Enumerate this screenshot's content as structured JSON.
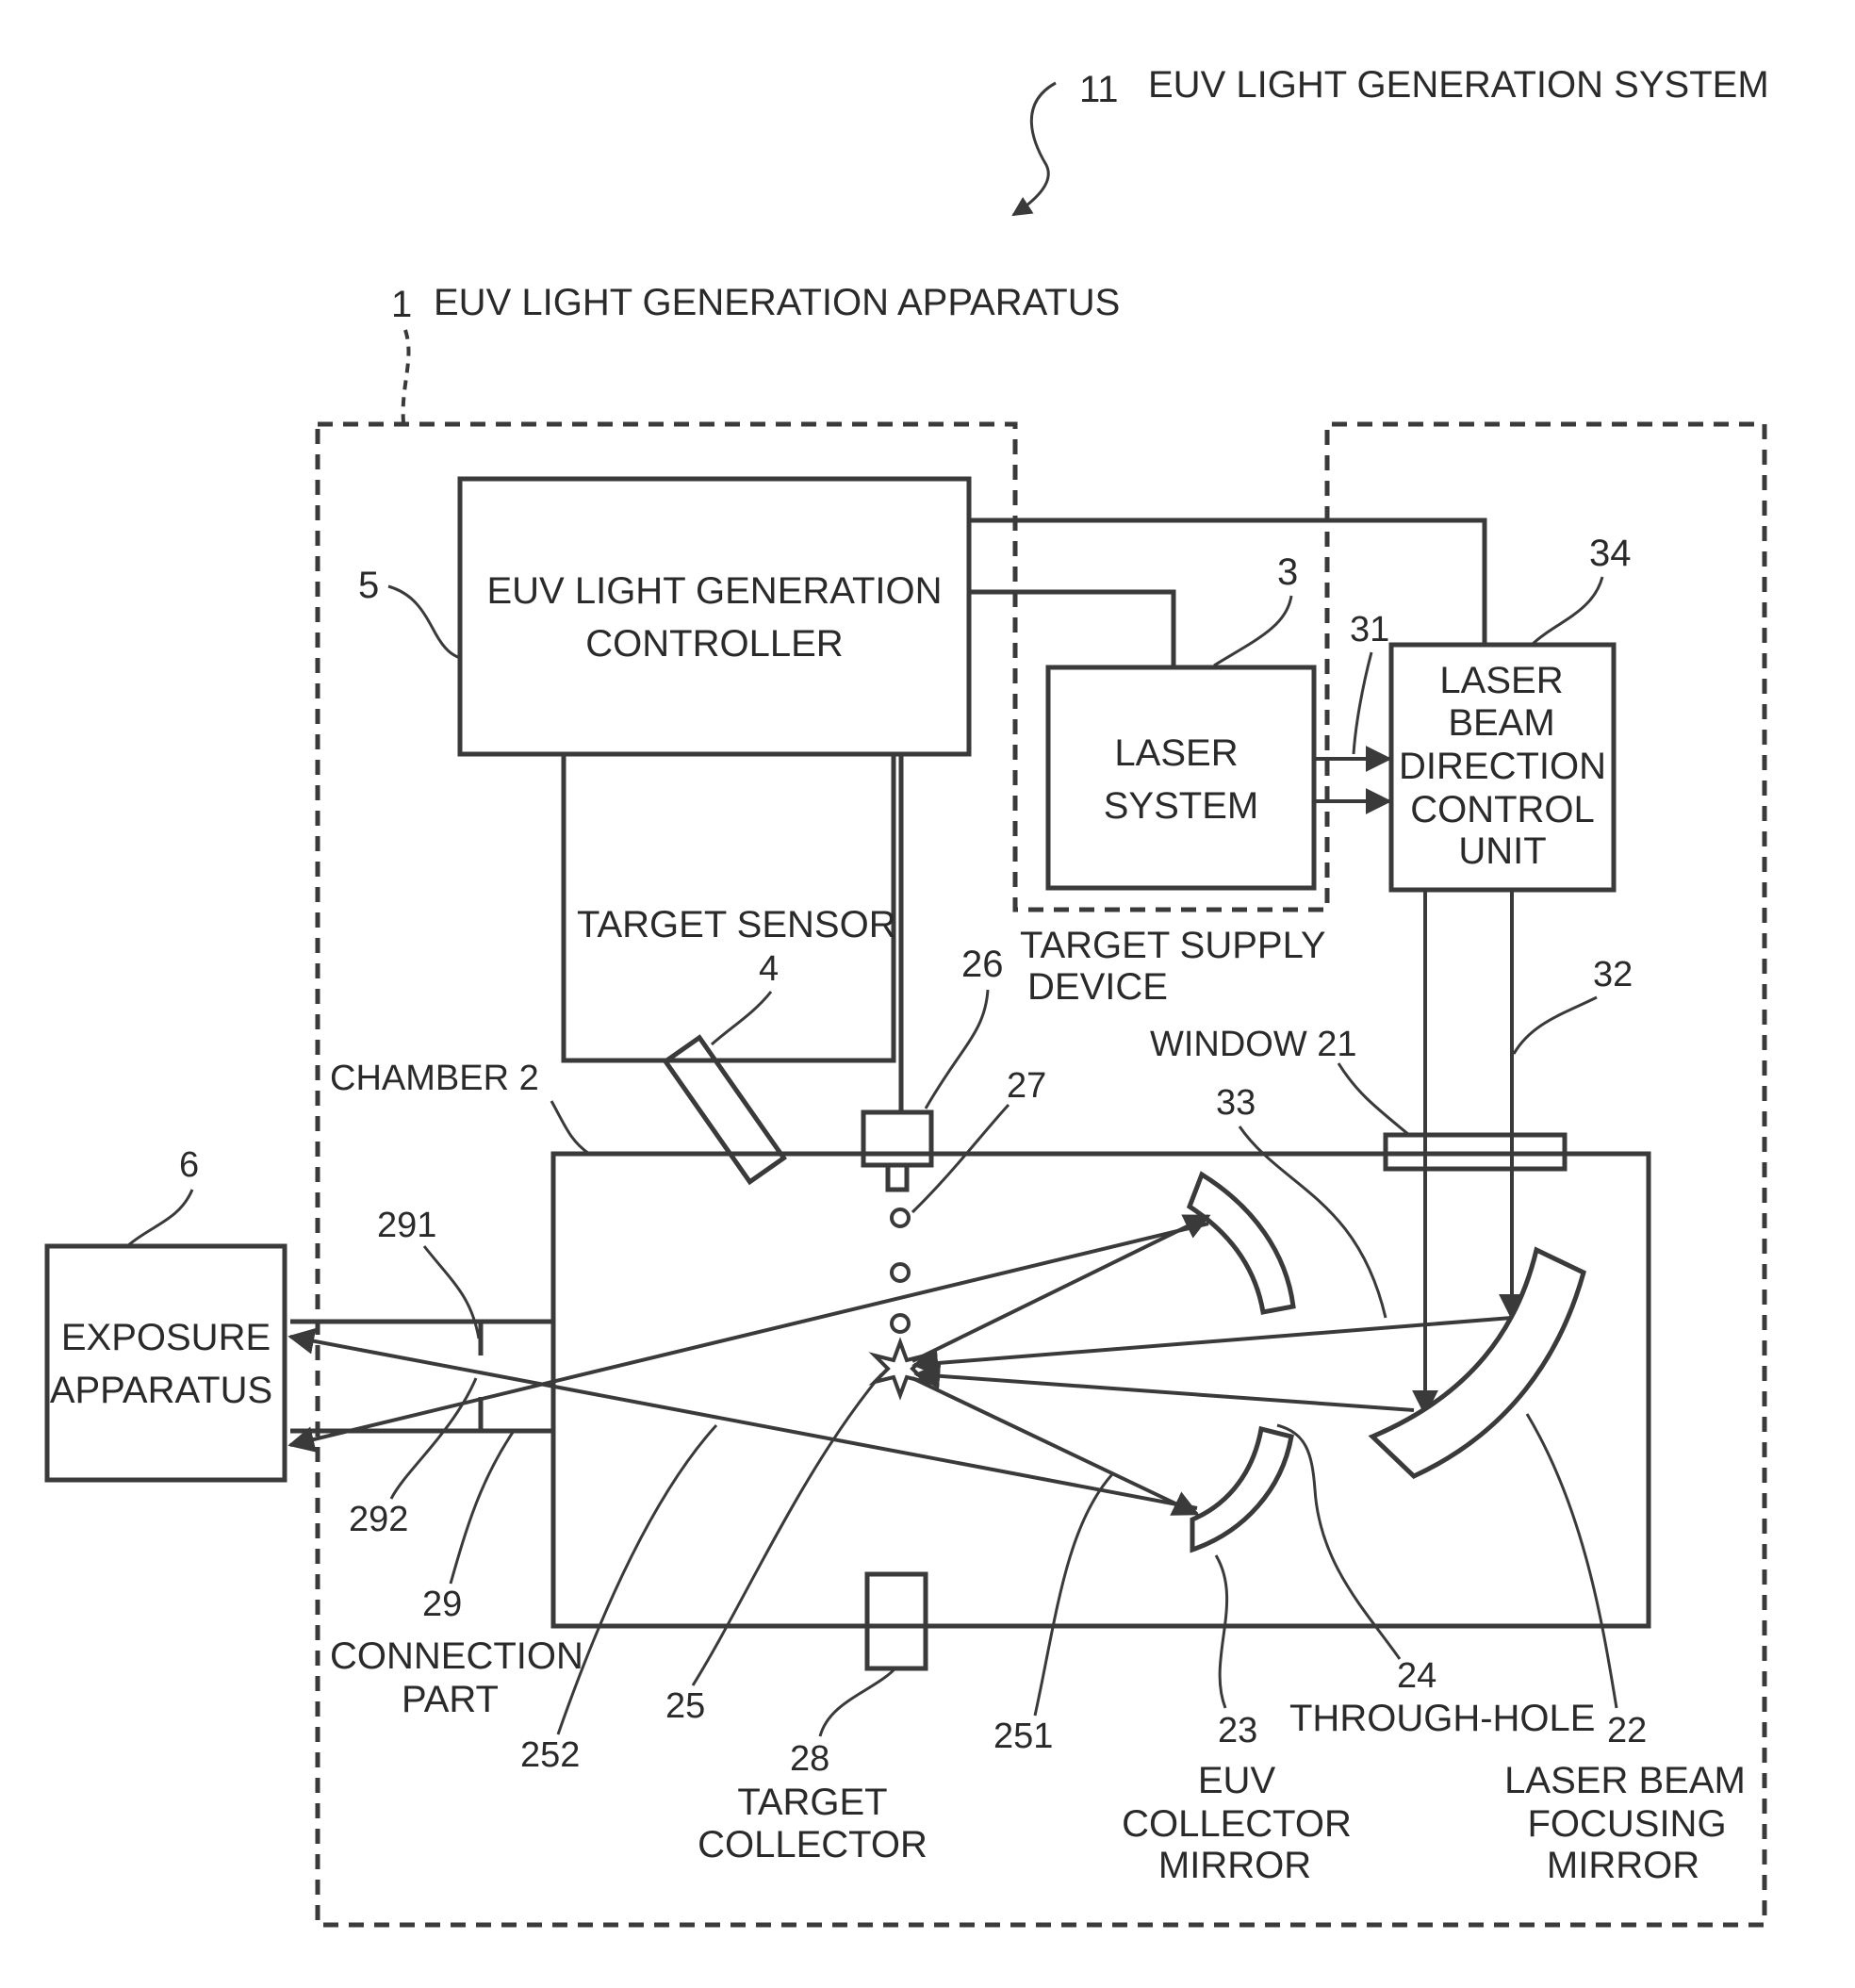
{
  "labels": {
    "system_num": "11",
    "system_name": "EUV LIGHT GENERATION SYSTEM",
    "apparatus_num": "1",
    "apparatus_name": "EUV LIGHT GENERATION APPARATUS",
    "controller_num": "5",
    "controller_line1": "EUV LIGHT GENERATION",
    "controller_line2": "CONTROLLER",
    "laser_system_num": "3",
    "laser_system_line1": "LASER",
    "laser_system_line2": "SYSTEM",
    "pulse_num": "31",
    "direction_unit_num": "34",
    "direction_unit_line1": "LASER",
    "direction_unit_line2": "BEAM",
    "direction_unit_line3": "DIRECTION",
    "direction_unit_line4": "CONTROL",
    "direction_unit_line5": "UNIT",
    "target_sensor": "TARGET SENSOR",
    "target_sensor_num": "4",
    "target_supply_num": "26",
    "target_supply_line1": "TARGET SUPPLY",
    "target_supply_line2": "DEVICE",
    "beam_num": "32",
    "window": "WINDOW 21",
    "chamber": "CHAMBER 2",
    "target_num": "27",
    "focus_path_num": "33",
    "exposure_num": "6",
    "exposure_line1": "EXPOSURE",
    "exposure_line2": "APPARATUS",
    "aperture_num": "291",
    "intermediate_focus_num": "292",
    "connection_num": "29",
    "connection_line1": "CONNECTION",
    "connection_line2": "PART",
    "euv_light_252": "252",
    "plasma_num": "25",
    "target_collector_num": "28",
    "target_collector_line1": "TARGET",
    "target_collector_line2": "COLLECTOR",
    "euv_light_251": "251",
    "collector_mirror_num": "23",
    "collector_mirror_line1": "EUV",
    "collector_mirror_line2": "COLLECTOR",
    "collector_mirror_line3": "MIRROR",
    "through_hole": "24",
    "through_hole_label": "THROUGH-HOLE",
    "focusing_mirror_num": "22",
    "focusing_mirror_line1": "LASER BEAM",
    "focusing_mirror_line2": "FOCUSING",
    "focusing_mirror_line3": "MIRROR"
  }
}
